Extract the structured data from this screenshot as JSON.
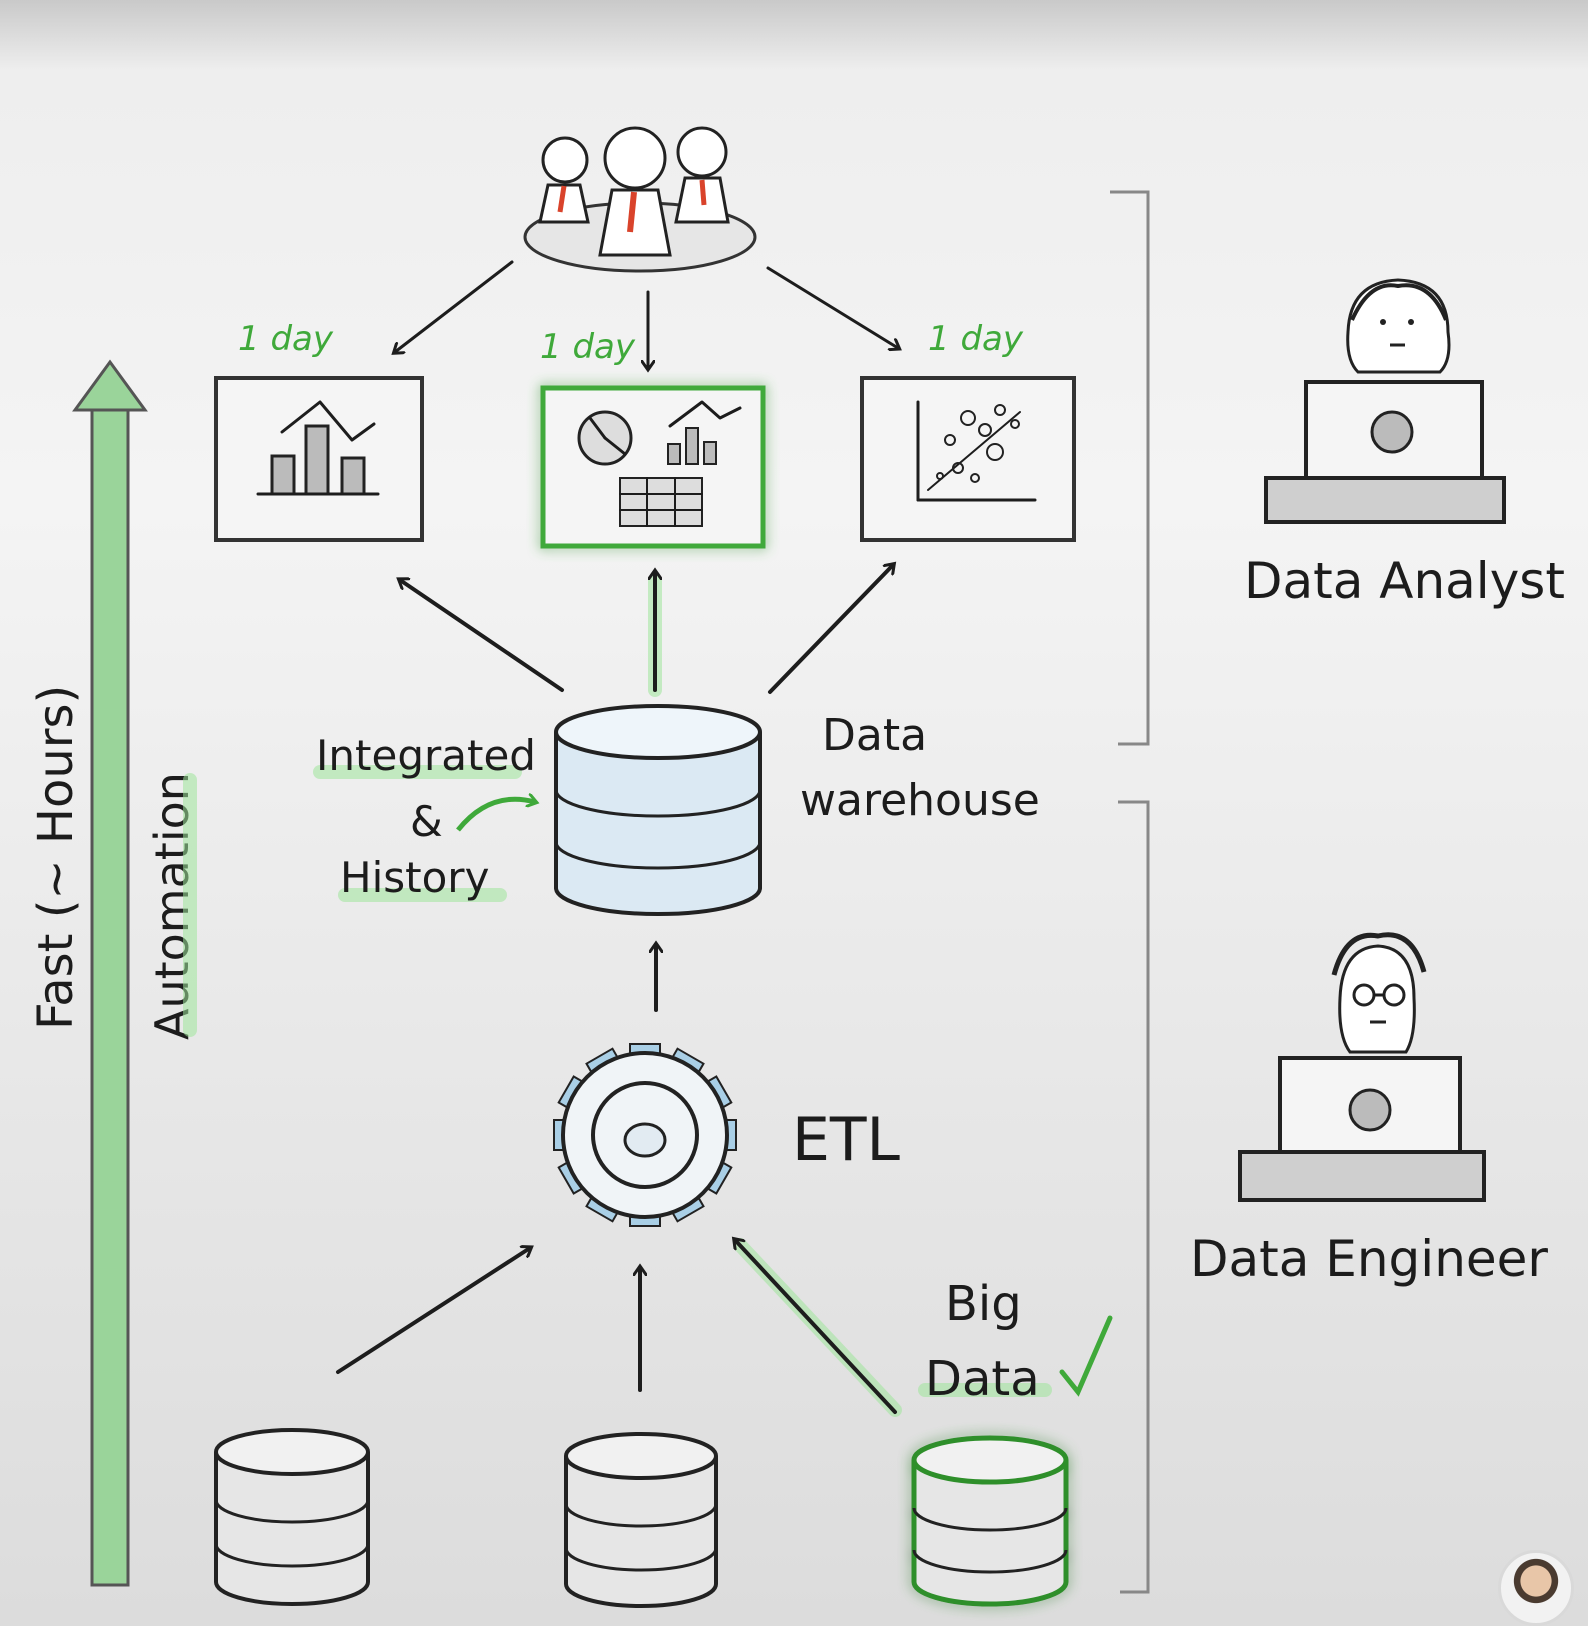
{
  "diagram": {
    "labels": {
      "day_left": "1 day",
      "day_center": "1 day",
      "day_right": "1 day",
      "data_warehouse_line1": "Data",
      "data_warehouse_line2": "warehouse",
      "integrated_line1": "Integrated",
      "integrated_line2": "&",
      "integrated_line3": "History",
      "etl": "ETL",
      "big_data_line1": "Big",
      "big_data_line2": "Data",
      "fast": "Fast (~ Hours)",
      "automation": "Automation",
      "data_analyst": "Data Analyst",
      "data_engineer": "Data Engineer"
    },
    "colors": {
      "accent_green": "#3fa93a",
      "glow_green": "#9fe59a",
      "arrow_fill": "#9ad49a",
      "db_blue": "#dbe9f3",
      "gear_blue": "#a9cfe6",
      "ink": "#1d1d1d"
    },
    "icons": [
      "stakeholders-icon",
      "bar-chart-icon",
      "dashboard-icon",
      "scatter-plot-icon",
      "database-icon",
      "gear-icon",
      "laptop-icon",
      "person-icon",
      "checkmark-icon",
      "avatar-icon"
    ]
  }
}
